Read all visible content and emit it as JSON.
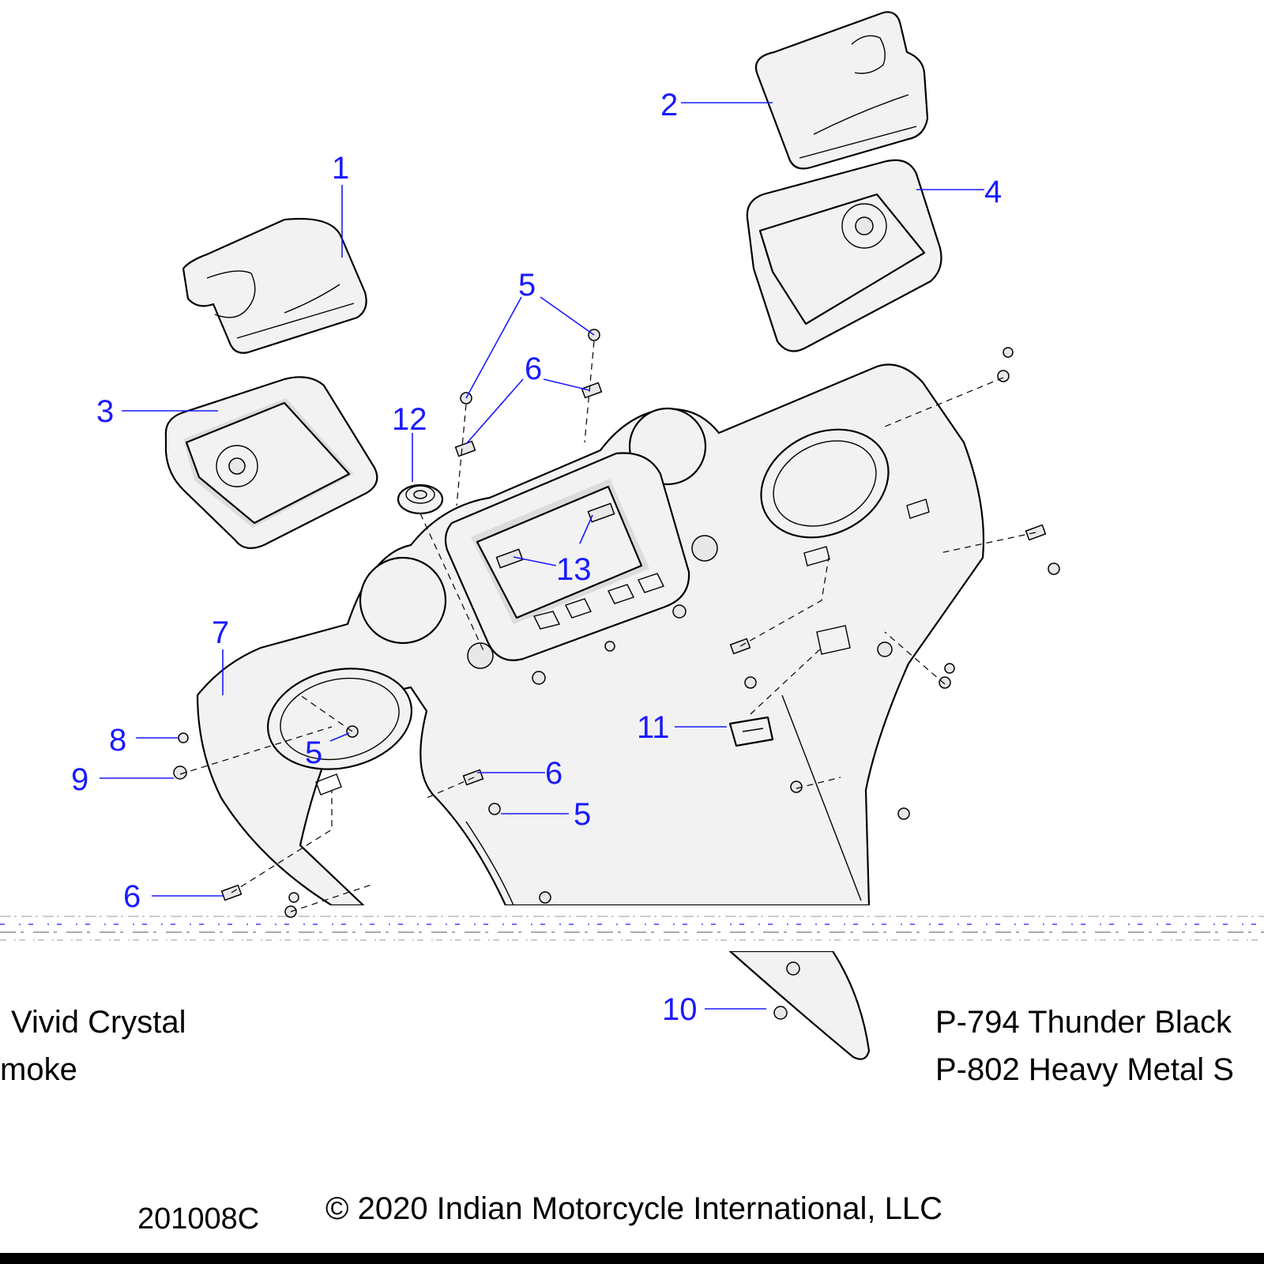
{
  "callouts": [
    {
      "label": "1"
    },
    {
      "label": "2"
    },
    {
      "label": "3"
    },
    {
      "label": "4"
    },
    {
      "label": "5"
    },
    {
      "label": "6"
    },
    {
      "label": "12"
    },
    {
      "label": "13"
    },
    {
      "label": "7"
    },
    {
      "label": "8"
    },
    {
      "label": "5"
    },
    {
      "label": "6"
    },
    {
      "label": "9"
    },
    {
      "label": "5"
    },
    {
      "label": "11"
    },
    {
      "label": "6"
    },
    {
      "label": "10"
    }
  ],
  "notes": {
    "left_line1": "Vivid Crystal",
    "left_line2": "moke",
    "right_line1": "P-794 Thunder Black",
    "right_line2": "P-802 Heavy Metal S"
  },
  "footer": {
    "drawing_number": "201008C",
    "copyright": "© 2020 Indian Motorcycle International, LLC"
  },
  "colors": {
    "callout": "#1a1aff",
    "line": "#000000",
    "background": "#ffffff"
  }
}
